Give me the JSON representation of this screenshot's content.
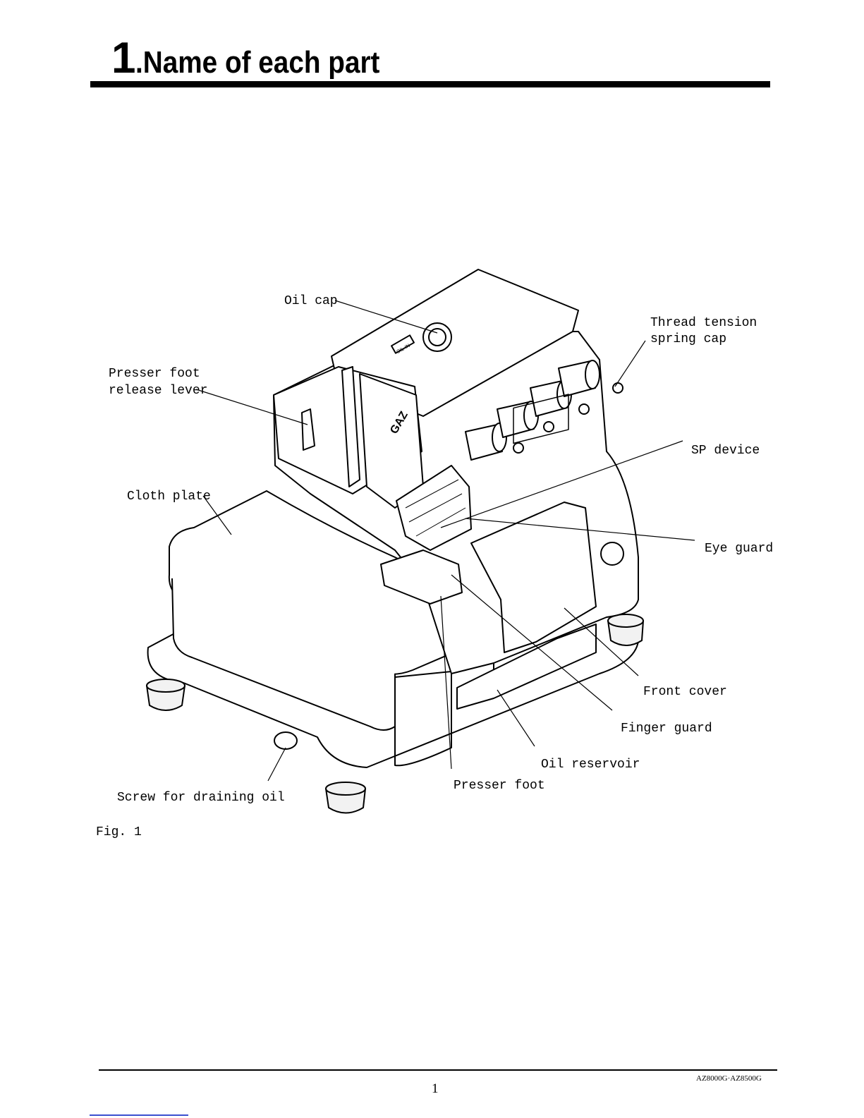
{
  "section": {
    "number": "1",
    "title": ".Name of each part"
  },
  "figure": {
    "caption": "Fig. 1",
    "labels": {
      "oil_cap": "Oil cap",
      "thread_tension_1": "Thread tension",
      "thread_tension_2": "spring cap",
      "presser_release_1": "Presser foot",
      "presser_release_2": "release lever",
      "sp_device": "SP device",
      "cloth_plate": "Cloth plate",
      "eye_guard": "Eye guard",
      "front_cover": "Front cover",
      "finger_guard": "Finger guard",
      "oil_reservoir": "Oil reservoir",
      "presser_foot": "Presser foot",
      "screw_drain": "Screw for draining oil"
    },
    "machine_marks": {
      "brand": "GAZ",
      "oil_in": "OIL-IN"
    }
  },
  "footer": {
    "page_number": "1",
    "model": "AZ8000G·AZ8500G"
  }
}
